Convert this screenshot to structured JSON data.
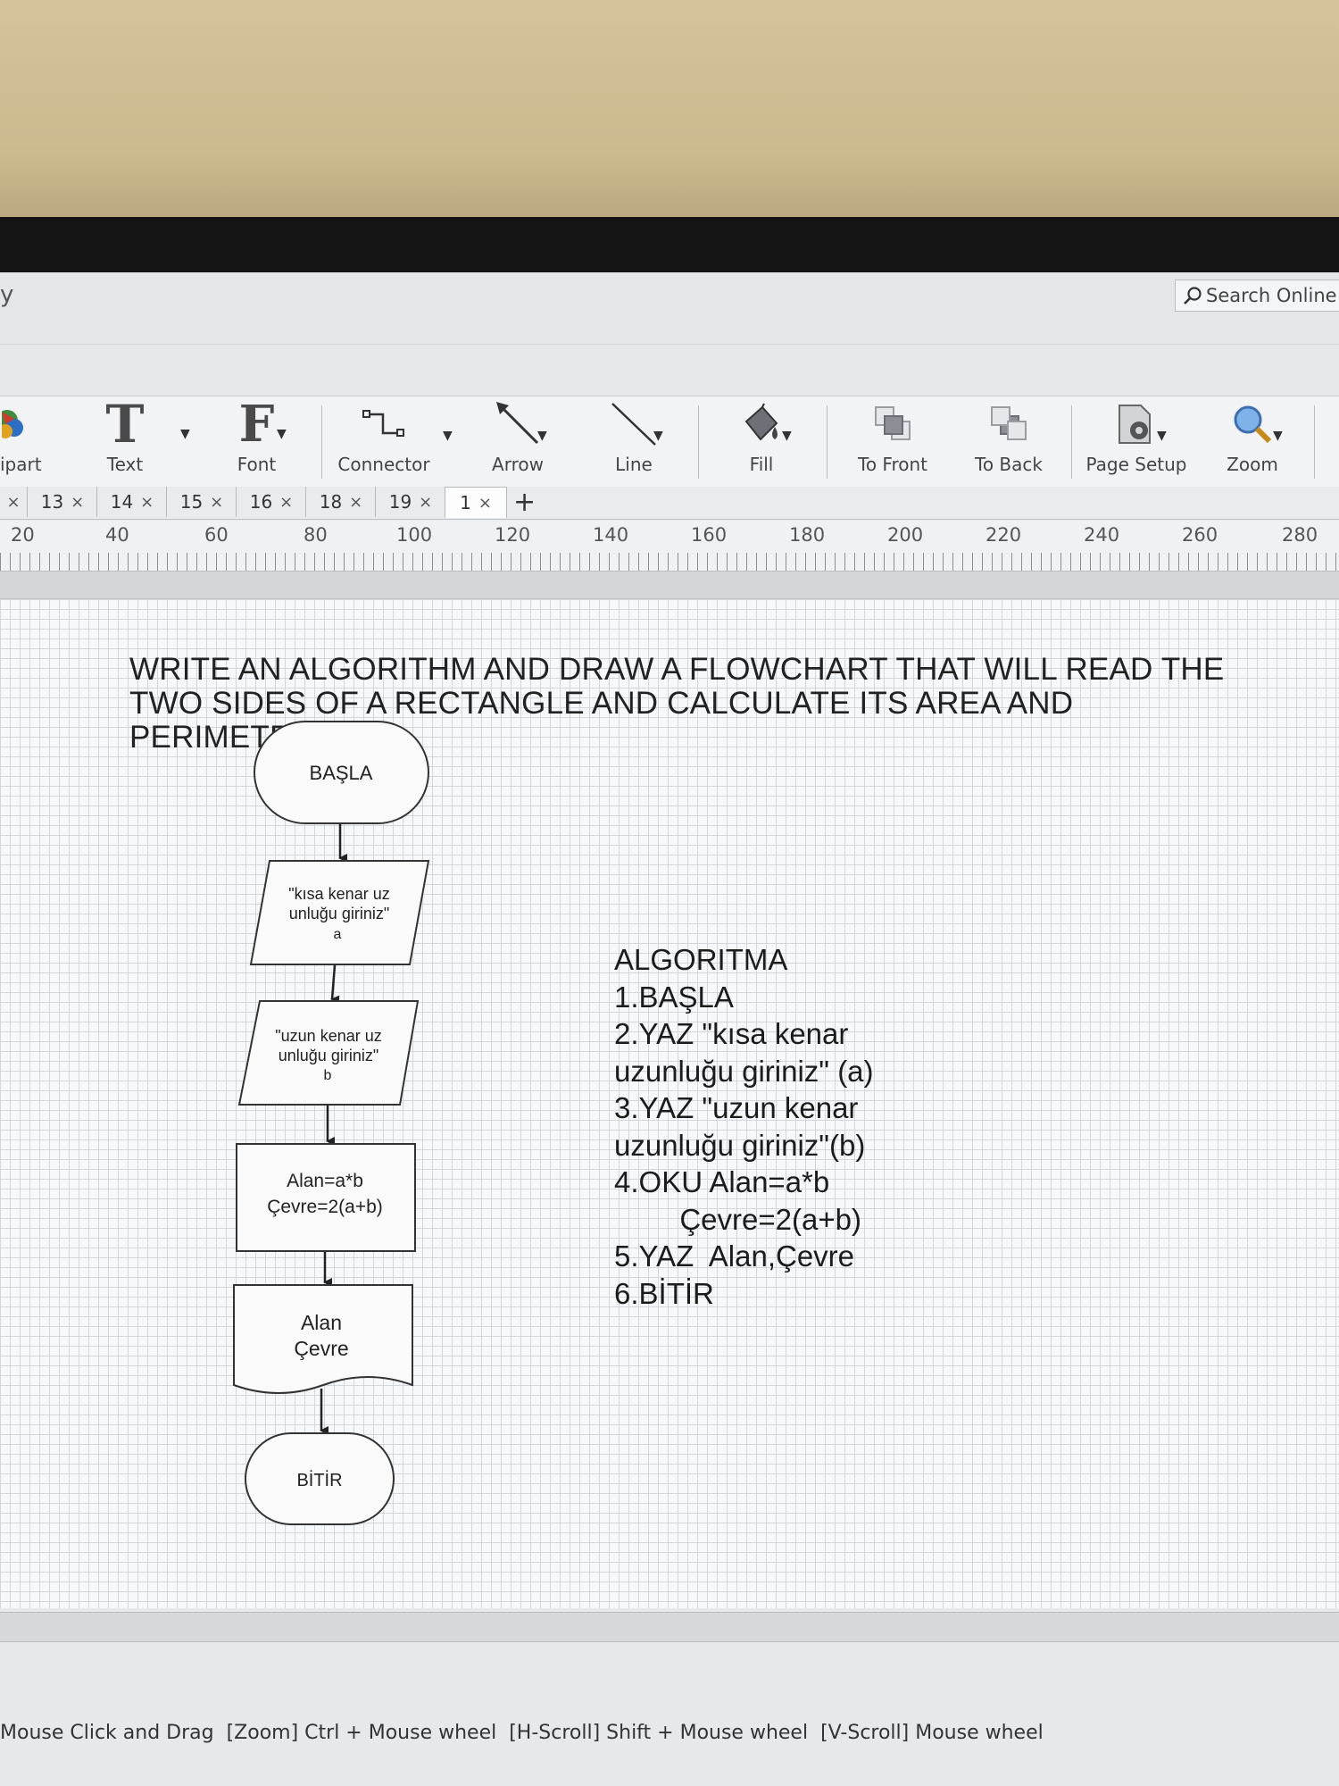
{
  "window": {
    "title_fragment": "y",
    "search_placeholder": "Search Online"
  },
  "ribbon": {
    "tools": [
      {
        "label": "ipart",
        "icon": "clipart-icon"
      },
      {
        "label": "Text",
        "icon": "text-icon"
      },
      {
        "label": "Font",
        "icon": "font-icon"
      },
      {
        "label": "Connector",
        "icon": "connector-icon"
      },
      {
        "label": "Arrow",
        "icon": "arrow-icon"
      },
      {
        "label": "Line",
        "icon": "line-icon"
      },
      {
        "label": "Fill",
        "icon": "fill-bucket-icon"
      },
      {
        "label": "To Front",
        "icon": "bring-to-front-icon"
      },
      {
        "label": "To Back",
        "icon": "send-to-back-icon"
      },
      {
        "label": "Page Setup",
        "icon": "page-setup-icon"
      },
      {
        "label": "Zoom",
        "icon": "zoom-icon"
      }
    ],
    "text_glyph": "T",
    "font_glyph": "F"
  },
  "tabs": {
    "items": [
      {
        "label": "",
        "close": "×"
      },
      {
        "label": "13",
        "close": "×"
      },
      {
        "label": "14",
        "close": "×"
      },
      {
        "label": "15",
        "close": "×"
      },
      {
        "label": "16",
        "close": "×"
      },
      {
        "label": "18",
        "close": "×"
      },
      {
        "label": "19",
        "close": "×"
      },
      {
        "label": "1",
        "close": "×"
      }
    ],
    "active_index": 7,
    "add_label": "+"
  },
  "ruler": {
    "labels": [
      "20",
      "40",
      "60",
      "80",
      "100",
      "120",
      "140",
      "160",
      "180",
      "200",
      "220",
      "240",
      "260",
      "280"
    ]
  },
  "document": {
    "heading": "WRITE AN ALGORITHM AND DRAW A FLOWCHART THAT WILL READ THE TWO SIDES OF A RECTANGLE AND CALCULATE ITS AREA AND PERIMETER.",
    "flowchart": {
      "start": "BAŞLA",
      "input_a": [
        "\"kısa kenar uz",
        "unluğu giriniz\"",
        "a"
      ],
      "input_b": [
        "\"uzun kenar uz",
        "unluğu giriniz\"",
        "b"
      ],
      "process": [
        "Alan=a*b",
        "Çevre=2(a+b)"
      ],
      "output": [
        "Alan",
        "Çevre"
      ],
      "end": "BİTİR"
    },
    "algorithm": [
      "ALGORITMA",
      "1.BAŞLA",
      "2.YAZ \"kısa kenar",
      "uzunluğu giriniz\" (a)",
      "3.YAZ \"uzun kenar",
      "uzunluğu giriniz\"(b)",
      "4.OKU Alan=a*b",
      "        Çevre=2(a+b)",
      "5.YAZ  Alan,Çevre",
      "6.BİTİR"
    ]
  },
  "statusbar": {
    "text": "Mouse Click and Drag  [Zoom] Ctrl + Mouse wheel  [H-Scroll] Shift + Mouse wheel  [V-Scroll] Mouse wheel"
  },
  "colors": {
    "wall": "#d6c39a",
    "bezel": "#141414",
    "canvas": "#f7f8f9",
    "grid": "#d3d6db"
  }
}
